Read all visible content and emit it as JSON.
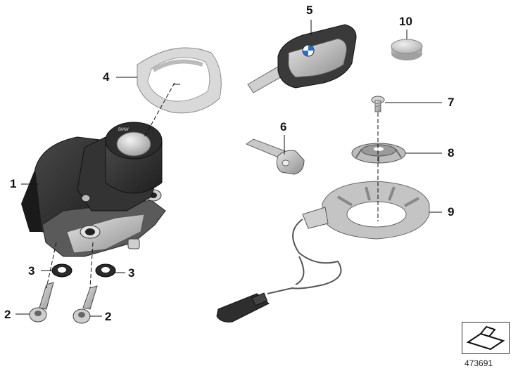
{
  "callouts": [
    {
      "id": "c1",
      "label": "1"
    },
    {
      "id": "c2a",
      "label": "2"
    },
    {
      "id": "c2b",
      "label": "2"
    },
    {
      "id": "c3a",
      "label": "3"
    },
    {
      "id": "c3b",
      "label": "3"
    },
    {
      "id": "c4",
      "label": "4"
    },
    {
      "id": "c5",
      "label": "5"
    },
    {
      "id": "c6",
      "label": "6"
    },
    {
      "id": "c7",
      "label": "7"
    },
    {
      "id": "c8",
      "label": "8"
    },
    {
      "id": "c9",
      "label": "9"
    },
    {
      "id": "c10",
      "label": "10"
    }
  ],
  "reference_number": "473691",
  "colors": {
    "dark_part": "#2b2b2b",
    "metal": "#b9b9b9",
    "light_metal": "#d8d8d8",
    "ring": "#bdbdbd",
    "cable": "#555555",
    "line": "#111111"
  }
}
